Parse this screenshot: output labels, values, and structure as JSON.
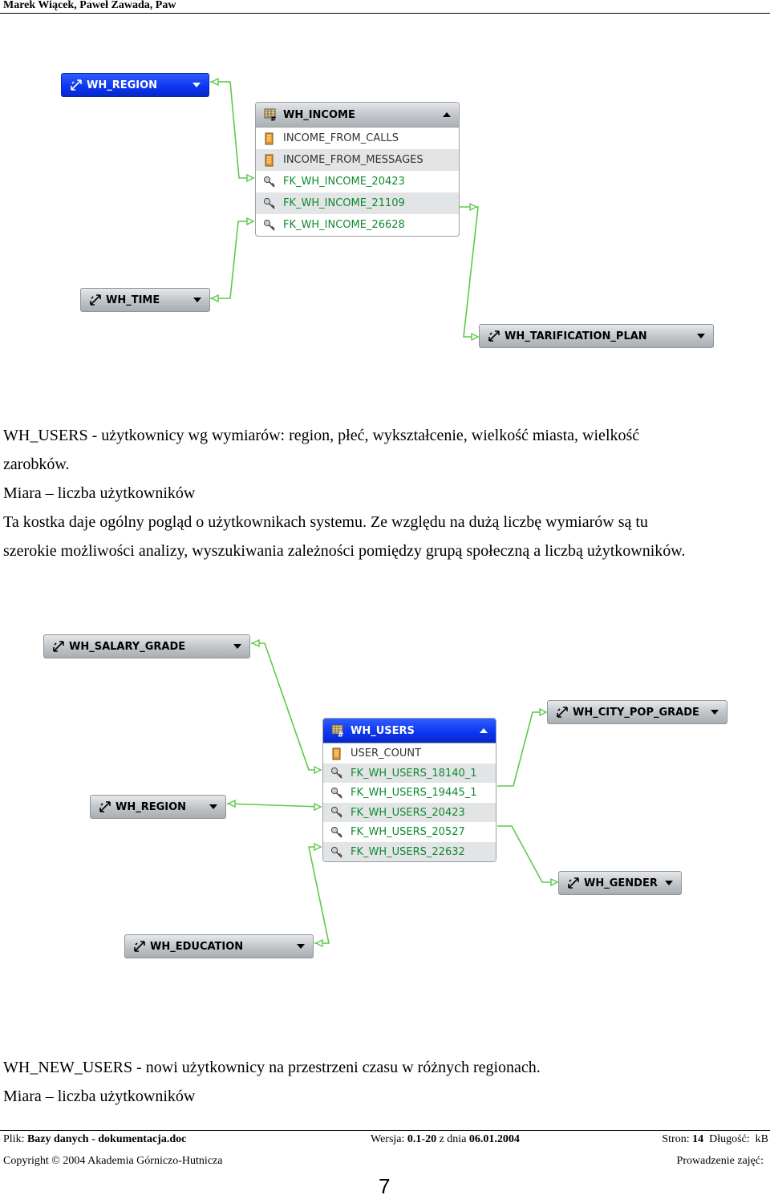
{
  "header": {
    "authors": "Marek Wiącek, Paweł Zawada, Paw"
  },
  "diagram1": {
    "dimensions": {
      "region": "WH_REGION",
      "time": "WH_TIME",
      "tarification": "WH_TARIFICATION_PLAN"
    },
    "cube": {
      "title": "WH_INCOME",
      "rows": [
        {
          "label": "INCOME_FROM_CALLS",
          "kind": "measure"
        },
        {
          "label": "INCOME_FROM_MESSAGES",
          "kind": "measure"
        },
        {
          "label": "FK_WH_INCOME_20423",
          "kind": "key"
        },
        {
          "label": "FK_WH_INCOME_21109",
          "kind": "key"
        },
        {
          "label": "FK_WH_INCOME_26628",
          "kind": "key"
        }
      ]
    }
  },
  "text1": {
    "line1": "WH_USERS - użytkownicy wg wymiarów: region, płeć, wykształcenie, wielkość miasta, wielkość",
    "line2": "zarobków.",
    "line3": "Miara – liczba użytkowników",
    "line4": "Ta kostka daje ogólny pogląd o użytkownikach systemu. Ze względu na dużą liczbę wymiarów są tu",
    "line5": "szerokie możliwości analizy, wyszukiwania zależności pomiędzy grupą społeczną a liczbą użytkowników."
  },
  "diagram2": {
    "dimensions": {
      "salary": "WH_SALARY_GRADE",
      "region": "WH_REGION",
      "education": "WH_EDUCATION",
      "city": "WH_CITY_POP_GRADE",
      "gender": "WH_GENDER"
    },
    "cube": {
      "title": "WH_USERS",
      "rows": [
        {
          "label": "USER_COUNT",
          "kind": "measure"
        },
        {
          "label": "FK_WH_USERS_18140_1",
          "kind": "key"
        },
        {
          "label": "FK_WH_USERS_19445_1",
          "kind": "key"
        },
        {
          "label": "FK_WH_USERS_20423",
          "kind": "key"
        },
        {
          "label": "FK_WH_USERS_20527",
          "kind": "key"
        },
        {
          "label": "FK_WH_USERS_22632",
          "kind": "key"
        }
      ]
    }
  },
  "text2": {
    "line1": "WH_NEW_USERS - nowi użytkownicy na przestrzeni czasu w różnych regionach.",
    "line2": "Miara – liczba użytkowników"
  },
  "footer": {
    "file_label": "Plik:",
    "file_name": "Bazy danych - dokumentacja.doc",
    "version_label": "Wersja:",
    "version": "0.1-20",
    "date_label": "z dnia",
    "date": "06.01.2004",
    "pages_label": "Stron:",
    "pages": "14",
    "length_label": "Długość:",
    "length": "kB",
    "copyright": "Copyright © 2004 Akademia Górniczo-Hutnicza",
    "lead_label": "Prowadzenie zajęć:"
  },
  "page_number": "7",
  "colors": {
    "connector": "#5ec84a",
    "selected_header": "#0a35f0",
    "fk_text": "#0f8a31"
  }
}
